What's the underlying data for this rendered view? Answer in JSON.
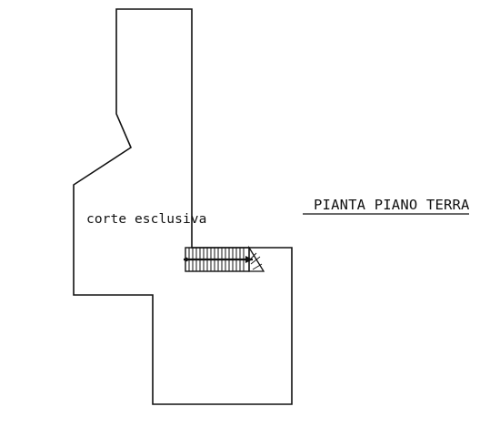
{
  "drawing": {
    "title": "PIANTA PIANO TERRA",
    "rooms": [
      {
        "label": "corte esclusiva"
      }
    ],
    "colors": {
      "line": "#111111",
      "background": "#ffffff"
    },
    "icons": {
      "stair": "staircase-symbol",
      "arrow": "stair-direction-arrow"
    }
  }
}
